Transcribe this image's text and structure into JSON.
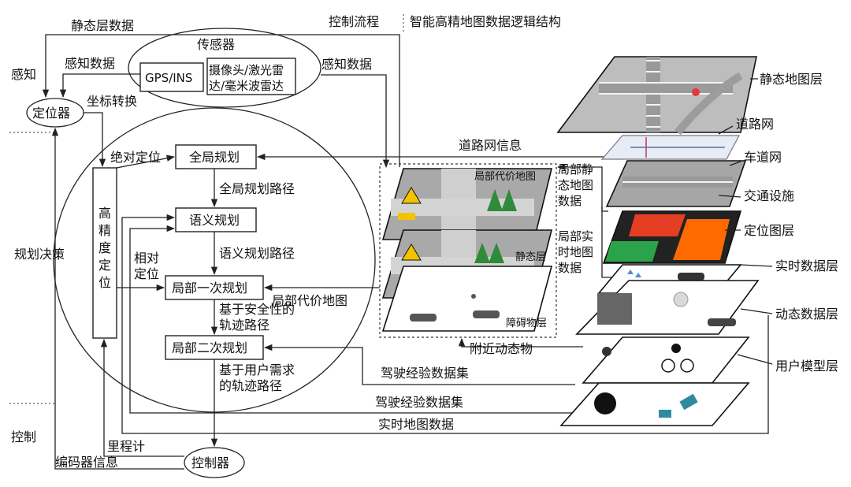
{
  "title": "智能高精地图数据逻辑结构",
  "control_flow_label": "控制流程",
  "sections": {
    "perception": "感知",
    "planning": "规划决策",
    "control": "控制"
  },
  "nodes": {
    "sensor_title": "传感器",
    "gps_ins": "GPS/INS",
    "camera_lidar": [
      "摄像头/激光雷",
      "达/毫米波雷达"
    ],
    "locator": "定位器",
    "hd_localization": [
      "高",
      "精",
      "度",
      "定",
      "位"
    ],
    "global_planning": "全局规划",
    "semantic_planning": "语义规划",
    "local_planning_1": "局部一次规划",
    "local_planning_2": "局部二次规划",
    "controller": "控制器"
  },
  "edges": {
    "static_layer_data": "静态层数据",
    "perception_data_left": "感知数据",
    "perception_data_right": "感知数据",
    "coord_transform": "坐标转换",
    "absolute_localization": "绝对定位",
    "relative_localization": [
      "相对",
      "定位"
    ],
    "global_path": "全局规划路径",
    "semantic_path": "语义规划路径",
    "safety_path": [
      "基于安全性的",
      "轨迹路径"
    ],
    "user_need_path": [
      "基于用户需求",
      "的轨迹路径"
    ],
    "local_cost_map": "局部代价地图",
    "odometer": "里程计",
    "encoder_info": "编码器信息",
    "road_network_info": "道路网信息",
    "local_static_map": [
      "局部静",
      "态地图",
      "数据"
    ],
    "local_realtime_map": [
      "局部实",
      "时地图",
      "数据"
    ],
    "nearby_dynamic": "附近动态物",
    "driving_experience_1": "驾驶经验数据集",
    "driving_experience_2": "驾驶经验数据集",
    "realtime_map_data": "实时地图数据"
  },
  "local_map_panel": {
    "cost_map_label": "局部代价地图",
    "static_layer": "静态层",
    "obstacle_layer": "障碍物层"
  },
  "layers": {
    "static_map": "静态地图层",
    "road_network": "道路网",
    "lane_network": "车道网",
    "traffic_facilities": "交通设施",
    "localization_layer": "定位图层",
    "realtime_data": "实时数据层",
    "dynamic_data": "动态数据层",
    "user_model": "用户模型层"
  }
}
